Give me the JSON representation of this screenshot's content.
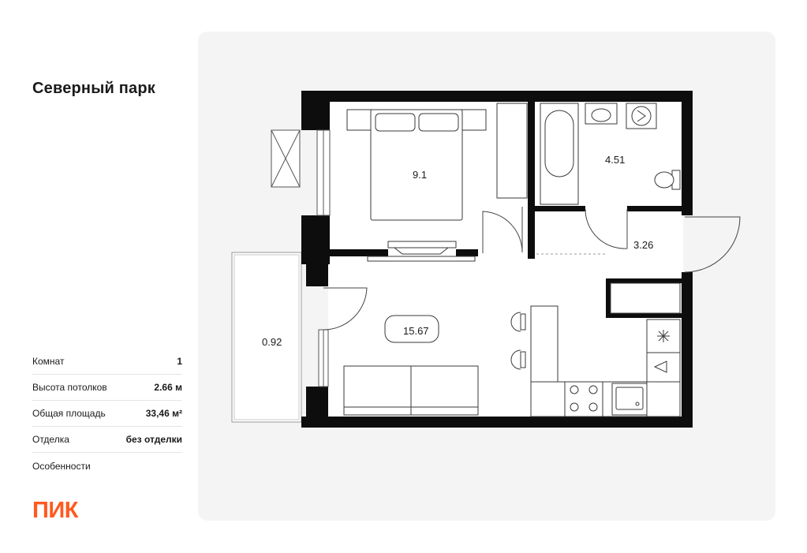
{
  "project": {
    "title": "Северный парк"
  },
  "specs": [
    {
      "label": "Комнат",
      "value": "1"
    },
    {
      "label": "Высота потолков",
      "value": "2.66 м"
    },
    {
      "label": "Общая площадь",
      "value": "33,46 м²"
    },
    {
      "label": "Отделка",
      "value": "без отделки"
    },
    {
      "label": "Особенности",
      "value": ""
    }
  ],
  "brand": {
    "logo_text": "ПИК",
    "color": "#ff5a1f"
  },
  "plan": {
    "rooms": [
      {
        "name": "bedroom",
        "area": "9.1"
      },
      {
        "name": "bathroom",
        "area": "4.51"
      },
      {
        "name": "hallway",
        "area": "3.26"
      },
      {
        "name": "living-kitchen",
        "area": "15.67"
      },
      {
        "name": "balcony",
        "area": "0.92"
      }
    ],
    "colors": {
      "wall": "#0d0d0d",
      "panel": "#f4f4f4",
      "floor": "#ffffff",
      "fixture": "#3a3a3a"
    }
  }
}
